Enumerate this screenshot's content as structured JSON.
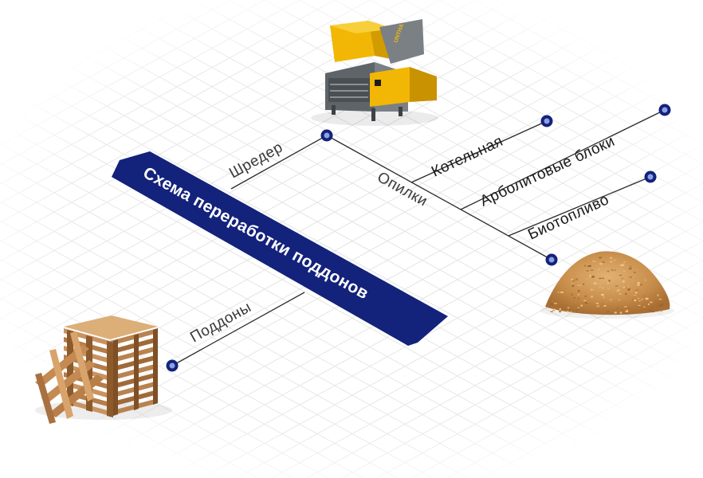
{
  "title": "Схема переработки поддонов",
  "labels": {
    "shredder": "Шредер",
    "sawdust": "Опилки",
    "pallets": "Поддоны",
    "boiler": "Котельная",
    "arbolite": "Арболитовые блоки",
    "biofuel": "Биотопливо"
  },
  "shredder_brand": "UNTHA",
  "colors": {
    "banner": "#13227a",
    "node_ring": "#13227a",
    "shredder_yellow": "#f2b705",
    "shredder_grey": "#6d7277",
    "wood": "#c8925a",
    "sawdust": "#d19a55"
  }
}
